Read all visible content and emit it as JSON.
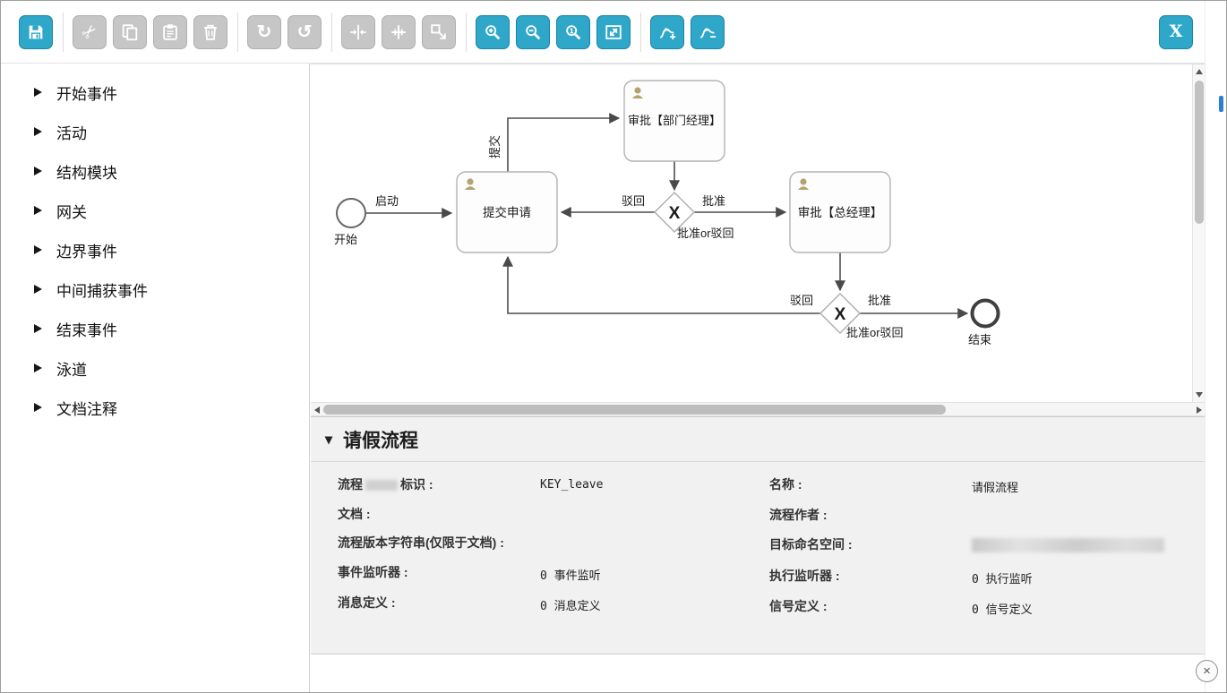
{
  "colors": {
    "accent": "#2ea7c9",
    "disabled": "#c6c6c6",
    "rail_marker": "#2f7fd0"
  },
  "icons": {
    "scissors": "✂",
    "redo": "↻",
    "undo": "↺",
    "collapse": "▾",
    "close": "×"
  },
  "toolbar": {
    "close_label": "X",
    "buttons": [
      {
        "name": "save",
        "enabled": true
      },
      {
        "name": "cut",
        "enabled": false
      },
      {
        "name": "copy",
        "enabled": false
      },
      {
        "name": "paste",
        "enabled": false
      },
      {
        "name": "delete",
        "enabled": false
      },
      {
        "name": "redo",
        "enabled": false
      },
      {
        "name": "undo",
        "enabled": false
      },
      {
        "name": "align-horizontal",
        "enabled": false
      },
      {
        "name": "align-vertical",
        "enabled": false
      },
      {
        "name": "same-size",
        "enabled": false
      },
      {
        "name": "zoom-in",
        "enabled": true
      },
      {
        "name": "zoom-out",
        "enabled": true
      },
      {
        "name": "zoom-actual",
        "enabled": true
      },
      {
        "name": "zoom-fit",
        "enabled": true
      },
      {
        "name": "add-bendpoint",
        "enabled": true
      },
      {
        "name": "remove-bendpoint",
        "enabled": true
      },
      {
        "name": "close",
        "enabled": true
      }
    ]
  },
  "palette": {
    "items": [
      {
        "label": "开始事件"
      },
      {
        "label": "活动"
      },
      {
        "label": "结构模块"
      },
      {
        "label": "网关"
      },
      {
        "label": "边界事件"
      },
      {
        "label": "中间捕获事件"
      },
      {
        "label": "结束事件"
      },
      {
        "label": "泳道"
      },
      {
        "label": "文档注释"
      }
    ]
  },
  "diagram": {
    "start_label": "开始",
    "end_label": "结束",
    "task_submit": "提交申请",
    "task_dept": "审批【部门经理】",
    "task_gm": "审批【总经理】",
    "gateway_symbol": "X",
    "gw1_label": "批准or驳回",
    "gw2_label": "批准or驳回",
    "edge_start": "启动",
    "edge_submit": "提交",
    "edge_gw1_reject": "驳回",
    "edge_gw1_approve": "批准",
    "edge_gw2_reject": "驳回",
    "edge_gw2_approve": "批准"
  },
  "properties": {
    "title": "请假流程",
    "left_rows": [
      {
        "label_a": "流程",
        "label_b": "标识 :",
        "value": "KEY_leave",
        "redacted_label": true
      },
      {
        "label": "文档 :",
        "value": ""
      },
      {
        "label": "流程版本字符串(仅限于文档) :",
        "value": ""
      },
      {
        "label": "事件监听器 :",
        "value": "0 事件监听"
      },
      {
        "label": "消息定义 :",
        "value": "0 消息定义"
      }
    ],
    "right_rows": [
      {
        "label": "名称 :",
        "value": "请假流程"
      },
      {
        "label": "流程作者 :",
        "value": ""
      },
      {
        "label": "目标命名空间 :",
        "value": "",
        "redacted_value": true
      },
      {
        "label": "执行监听器 :",
        "value": "0 执行监听"
      },
      {
        "label": "信号定义 :",
        "value": "0 信号定义"
      }
    ]
  }
}
